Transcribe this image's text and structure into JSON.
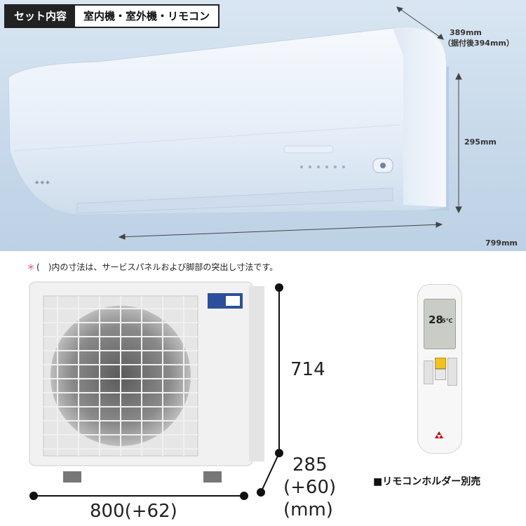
{
  "badge": {
    "label": "セット内容",
    "content": "室内機・室外機・リモコン"
  },
  "indoor_dimensions": {
    "depth": "389mm",
    "depth_installed": "（据付後394mm）",
    "height": "295mm",
    "width": "799mm"
  },
  "note": {
    "mark": "＊",
    "text": "(　)内の寸法は、サービスパネルおよび脚部の突出し寸法です。"
  },
  "outdoor_dimensions": {
    "height": "714",
    "depth": "285",
    "depth_extra": "(+60)",
    "unit": "(mm)",
    "width": "800(+62)"
  },
  "remote": {
    "temperature": "28",
    "temp_unit": "5℃"
  },
  "holder_note": "■リモコンホルダー別売",
  "colors": {
    "badge_bg": "#222222",
    "note_mark": "#e23d6e",
    "wall": "#c7d9ea"
  }
}
